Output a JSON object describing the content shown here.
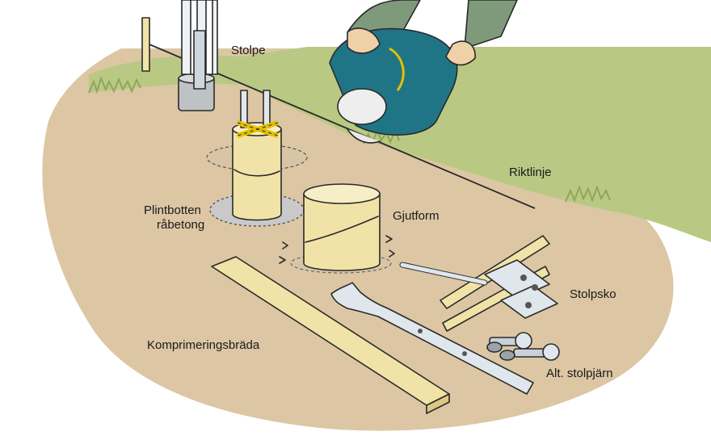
{
  "labels": {
    "stolpe": "Stolpe",
    "riktlinje": "Riktlinje",
    "plintbotten_line1": "Plintbotten",
    "plintbotten_line2": "råbetong",
    "gjutform": "Gjutform",
    "stolpsko": "Stolpsko",
    "komprimeringsbrada": "Komprimeringsbräda",
    "alt_stolpjarn": "Alt. stolpjärn"
  },
  "colors": {
    "ground": "#d9c3a2",
    "grass": "#b6c77f",
    "wood": "#f1e3a7",
    "bucket": "#1f7585",
    "concrete": "#c9c9c9",
    "metal": "#d7dfe6",
    "sleeve": "#6f8a6e",
    "skin": "#efd1a8"
  }
}
